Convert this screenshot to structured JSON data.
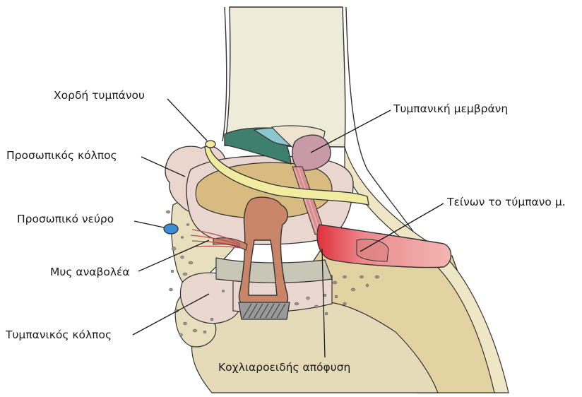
{
  "labels": {
    "chorda_tympani": "Χορδή τυμπάνου",
    "facial_recess": "Προσωπικός κόλπος",
    "facial_nerve": "Προσωπικό νεύρο",
    "stapedius_muscle": "Μυς αναβολέα",
    "sinus_tympani": "Τυμπανικός κόλπος",
    "tympanic_membrane": "Τυμπανική μεμβράνη",
    "tensor_tympani": "Τείνων το τύμπανο μ.",
    "cochleariform_process": "Κοχλιαροειδής απόφυση"
  },
  "colors": {
    "bone": "#e7dcb4",
    "bone_light": "#eee8d0",
    "pink_region": "#ead7cf",
    "cochlea_band": "#c8c6b6",
    "tan_region": "#d8bb80",
    "stapes": "#c98568",
    "chorda_nerve": "#f1eca0",
    "facial_nerve": "#3a8ed6",
    "eardrum_green": "#3f7f6d",
    "eardrum_blue": "#8cc6cf",
    "malleus_mauve": "#c89aa8",
    "tensor_muscle": "#e8a2a6",
    "tensor_red": "#e0434a",
    "outline": "#333333"
  }
}
